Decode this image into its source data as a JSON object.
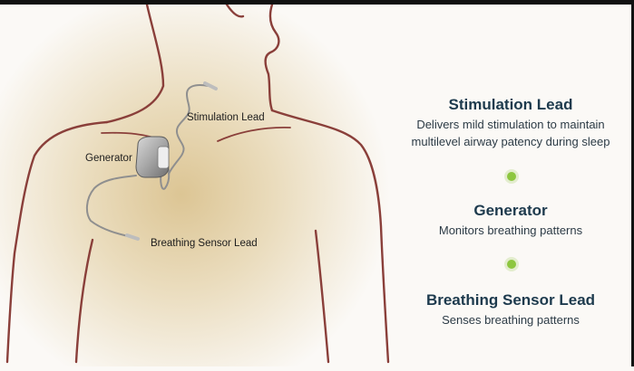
{
  "figure": {
    "labels": {
      "stimulation_lead": "Stimulation Lead",
      "generator": "Generator",
      "breathing_sensor_lead": "Breathing Sensor Lead"
    }
  },
  "info": {
    "items": [
      {
        "title": "Stimulation Lead",
        "description_line1": "Delivers mild stimulation to maintain",
        "description_line2": "multilevel airway patency during sleep"
      },
      {
        "title": "Generator",
        "description_line1": "Monitors breathing patterns"
      },
      {
        "title": "Breathing Sensor Lead",
        "description_line1": "Senses breathing patterns"
      }
    ]
  },
  "colors": {
    "title": "#1d3a4d",
    "text": "#2c3b46",
    "accent_dot": "#8dc63f",
    "body_outline": "#8a3f3a",
    "glow": "#e2cfa3"
  }
}
